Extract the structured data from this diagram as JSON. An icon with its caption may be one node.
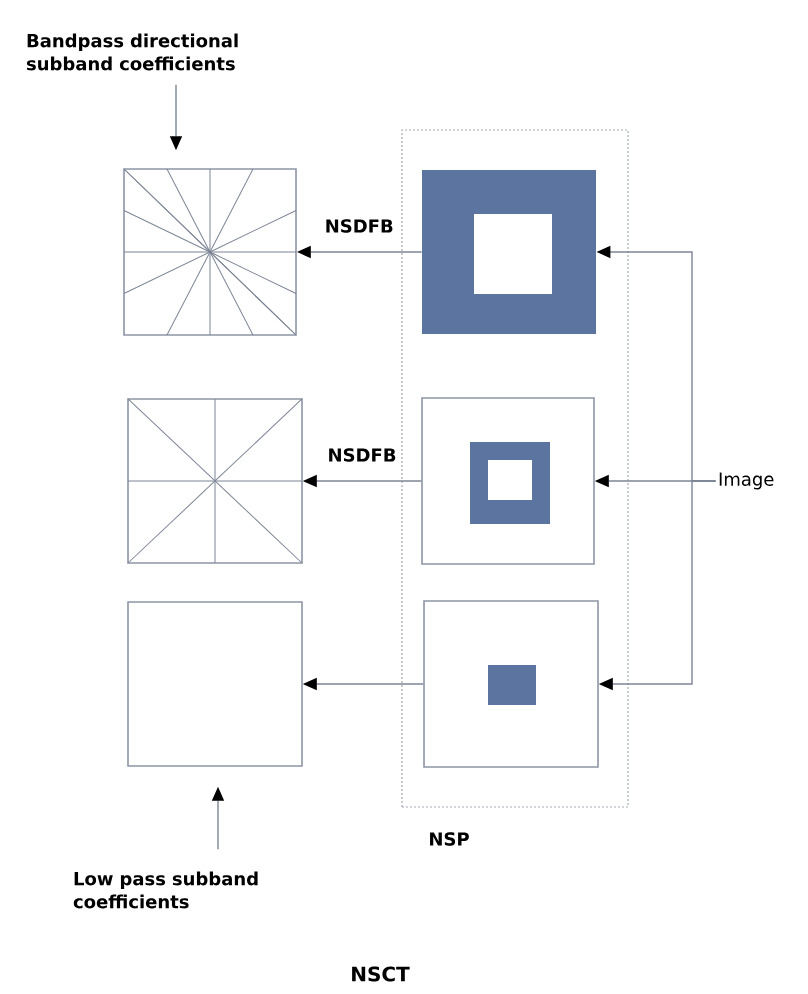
{
  "diagram": {
    "title": "NSCT",
    "nodes": [
      {
        "text": [
          "NSP"
        ]
      },
      {
        "text": [],
        "shape": "box",
        "in": 0
      },
      {
        "text": [],
        "shape": "box",
        "in": 0
      },
      {
        "text": [],
        "shape": "box",
        "in": 0
      },
      {
        "text": [],
        "shape": "box"
      },
      {
        "text": [],
        "shape": "box"
      },
      {
        "text": [],
        "shape": "box"
      },
      {
        "text": [
          "Bandpass directional subband coefficients"
        ]
      },
      {
        "text": [
          "Low pass subband coefficients"
        ]
      },
      {
        "text": [
          "Image"
        ]
      }
    ],
    "edges": [
      {
        "from": 1,
        "to": 4,
        "arrow": "to",
        "label": "NSDFB"
      },
      {
        "from": 2,
        "to": 5,
        "arrow": "to",
        "label": "NSDFB"
      },
      {
        "from": 3,
        "to": 6,
        "arrow": "to"
      },
      {
        "from": 7,
        "to": 4,
        "arrow": "to"
      },
      {
        "from": 8,
        "to": 6,
        "arrow": "to"
      },
      {
        "from": 9,
        "to": 1,
        "arrow": "to"
      },
      {
        "from": 9,
        "to": 2,
        "arrow": "to"
      },
      {
        "from": 9,
        "to": 3,
        "arrow": "to"
      }
    ]
  }
}
